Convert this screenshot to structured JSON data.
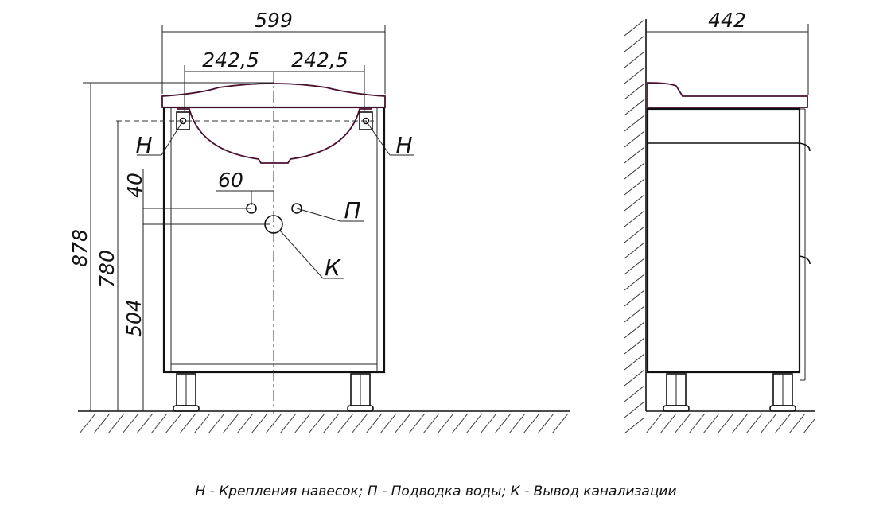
{
  "front_view": {
    "dim_total_width": "599",
    "dim_left_half": "242,5",
    "dim_right_half": "242,5",
    "dim_pipe_offset": "60",
    "dim_pipe_height_offset": "40",
    "dim_total_height": "878",
    "dim_mount_height": "780",
    "dim_drain_height": "504",
    "label_mount_left": "Н",
    "label_mount_right": "Н",
    "label_water": "П",
    "label_drain": "К"
  },
  "side_view": {
    "dim_depth": "442"
  },
  "legend": "Н - Крепления навесок; П - Подводка воды; К - Вывод канализации"
}
